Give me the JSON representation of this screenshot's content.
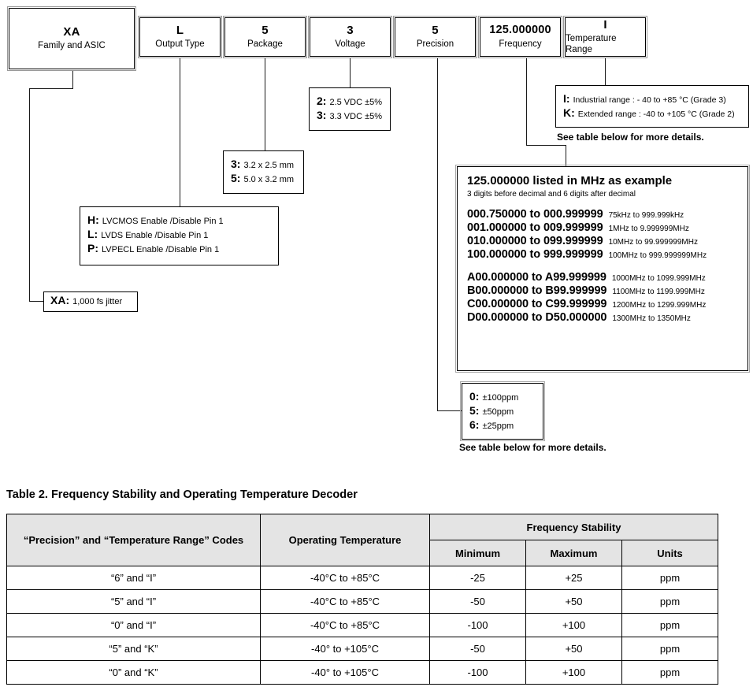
{
  "part_number_boxes": [
    {
      "code": "XA",
      "label": "Family and ASIC"
    },
    {
      "code": "L",
      "label": "Output Type"
    },
    {
      "code": "5",
      "label": "Package"
    },
    {
      "code": "3",
      "label": "Voltage"
    },
    {
      "code": "5",
      "label": "Precision"
    },
    {
      "code": "125.000000",
      "label": "Frequency"
    },
    {
      "code": "I",
      "label": "Temperature Range"
    }
  ],
  "callouts": {
    "family": {
      "rows": [
        {
          "key": "XA:",
          "value": "1,000 fs jitter"
        }
      ]
    },
    "output_type": {
      "rows": [
        {
          "key": "H:",
          "value": "LVCMOS Enable /Disable Pin 1"
        },
        {
          "key": "L:",
          "value": "LVDS Enable /Disable Pin 1"
        },
        {
          "key": "P:",
          "value": "LVPECL Enable /Disable Pin 1"
        }
      ]
    },
    "package": {
      "rows": [
        {
          "key": "3:",
          "value": "3.2 x 2.5 mm"
        },
        {
          "key": "5:",
          "value": "5.0 x 3.2 mm"
        }
      ]
    },
    "voltage": {
      "rows": [
        {
          "key": "2:",
          "value": "2.5 VDC ±5%"
        },
        {
          "key": "3:",
          "value": "3.3 VDC ±5%"
        }
      ]
    },
    "precision": {
      "rows": [
        {
          "key": "0:",
          "value": "±100ppm"
        },
        {
          "key": "5:",
          "value": "±50ppm"
        },
        {
          "key": "6:",
          "value": "±25ppm"
        }
      ]
    },
    "temperature_range": {
      "rows": [
        {
          "key": "I:",
          "value": "Industrial range : - 40 to +85 °C (Grade 3)"
        },
        {
          "key": "K:",
          "value": "Extended range : -40 to +105 °C (Grade 2)"
        }
      ]
    }
  },
  "notes": {
    "see_table_temp": "See table below for more details.",
    "see_table_precision": "See table below for more details."
  },
  "frequency_box": {
    "title": "125.000000  listed in MHz as example",
    "subtitle": "3 digits before decimal and   6 digits after decimal",
    "group_one": [
      {
        "range": "000.750000  to 000.999999",
        "note": "75kHz to 999.999kHz"
      },
      {
        "range": "001.000000  to 009.999999",
        "note": "1MHz to 9.999999MHz"
      },
      {
        "range": "010.000000  to 099.999999",
        "note": "10MHz to 99.999999MHz"
      },
      {
        "range": "100.000000  to 999.999999",
        "note": "100MHz to 999.999999MHz"
      }
    ],
    "group_two": [
      {
        "range": "A00.000000  to A99.999999",
        "note": "1000MHz to 1099.999MHz"
      },
      {
        "range": "B00.000000  to B99.999999",
        "note": "1100MHz to 1199.999MHz"
      },
      {
        "range": "C00.000000  to C99.999999",
        "note": "1200MHz to 1299.999MHz"
      },
      {
        "range": "D00.000000  to D50.000000",
        "note": "1300MHz to 1350MHz"
      }
    ]
  },
  "table2": {
    "title": "Table 2.  Frequency Stability and Operating Temperature Decoder",
    "headers": {
      "codes": "“Precision” and “Temperature Range” Codes",
      "operating_temperature": "Operating Temperature",
      "frequency_stability": "Frequency Stability",
      "minimum": "Minimum",
      "maximum": "Maximum",
      "units": "Units"
    },
    "rows": [
      {
        "codes": "“6” and “I”",
        "temp": "-40°C to +85°C",
        "min": "-25",
        "max": "+25",
        "units": "ppm"
      },
      {
        "codes": "“5” and “I”",
        "temp": "-40°C to +85°C",
        "min": "-50",
        "max": "+50",
        "units": "ppm"
      },
      {
        "codes": "“0” and “I”",
        "temp": "-40°C to +85°C",
        "min": "-100",
        "max": "+100",
        "units": "ppm"
      },
      {
        "codes": "“5” and “K”",
        "temp": "-40° to +105°C",
        "min": "-50",
        "max": "+50",
        "units": "ppm"
      },
      {
        "codes": "“0” and “K”",
        "temp": "-40° to +105°C",
        "min": "-100",
        "max": "+100",
        "units": "ppm"
      }
    ]
  }
}
